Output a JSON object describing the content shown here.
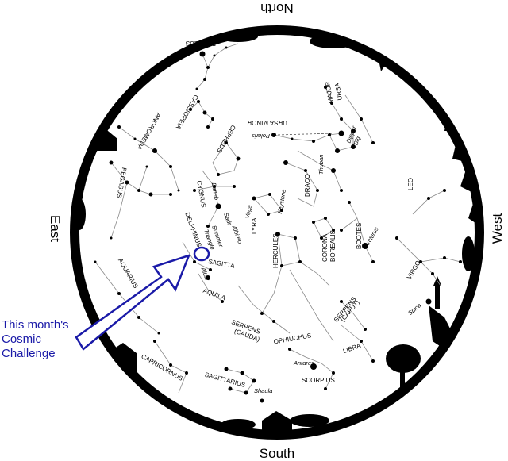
{
  "directions": {
    "north": "North",
    "south": "South",
    "east": "East",
    "west": "West"
  },
  "constellations": {
    "perseus": "PERSEUS",
    "cassiopeia": "CASSIOPEIA",
    "andromeda": "ANDROMEDA",
    "cepheus": "CEPHEUS",
    "pegasus": "PEGASUS",
    "ursa_minor": "URSA MINOR",
    "ursa_major_1": "URSA",
    "ursa_major_2": "MAJOR",
    "cygnus": "CYGNUS",
    "draco": "DRACO",
    "leo": "LEO",
    "delphinus": "DELPHINUS",
    "lyra": "LYRA",
    "hercules": "HERCULES",
    "corona_1": "CORONA",
    "corona_2": "BOREALIS",
    "bootes": "BOOTES",
    "sagitta": "SAGITTA",
    "aquila": "AQUILA",
    "aquarius": "AQUARIUS",
    "virgo": "VIRGO",
    "serpens_cauda_1": "SERPENS",
    "serpens_cauda_2": "(CAUDA)",
    "ophiuchus": "OPHIUCHUS",
    "serpens_caput_1": "SERPENS",
    "serpens_caput_2": "(CAPUT)",
    "libra": "LIBRA",
    "capricornus": "CAPRICORNUS",
    "scorpius": "SCORPIUS",
    "sagittarius": "SAGITTARIUS"
  },
  "stars": {
    "polaris": "Polaris",
    "big_dipper_1": "Big",
    "big_dipper_2": "Dipper",
    "thuban": "Thuban",
    "deneb": "Deneb",
    "vega": "Vega",
    "keystone": "Keystone",
    "arcturus": "Arcturus",
    "summer_1": "Summer",
    "summer_2": "Triangle",
    "sadr": "Sadr",
    "albireo": "Albireo",
    "altair": "Altair",
    "spica": "Spica",
    "antares": "Antares",
    "shaula": "Shaula"
  },
  "callout": {
    "line1": "This month's",
    "line2": "Cosmic",
    "line3": "Challenge"
  },
  "colors": {
    "sky_border": "#000000",
    "constellation_lines": "#8a8a8a",
    "callout": "#1a1aa8"
  }
}
